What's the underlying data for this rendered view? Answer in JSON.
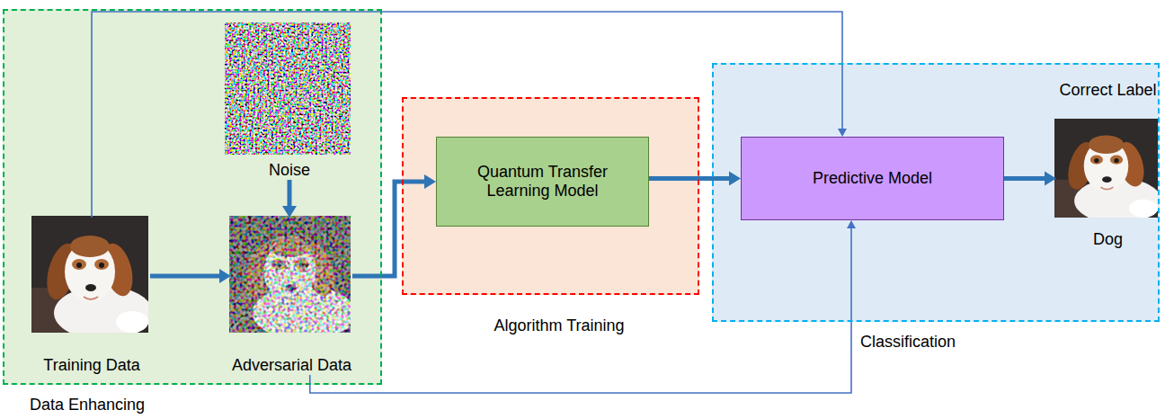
{
  "diagram": {
    "nodes": [
      {
        "text": [
          "Data Enhancing"
        ]
      },
      {
        "text": [
          "Noise"
        ],
        "in": 0
      },
      {
        "text": [
          "Training Data"
        ],
        "in": 0
      },
      {
        "text": [
          "Adversarial Data"
        ],
        "in": 0
      },
      {
        "text": [
          "Algorithm Training"
        ]
      },
      {
        "text": [
          "Quantum Transfer Learning Model"
        ],
        "in": 4
      },
      {
        "text": [
          "Classification"
        ]
      },
      {
        "text": [
          "Predictive Model"
        ],
        "in": 6
      },
      {
        "text": [
          "Correct Label",
          "Dog"
        ],
        "in": 6
      }
    ],
    "edges": [
      {
        "from": 2,
        "to": 3,
        "arrow": "to"
      },
      {
        "from": 1,
        "to": 3,
        "arrow": "to"
      },
      {
        "from": 3,
        "to": 5,
        "arrow": "to"
      },
      {
        "from": 5,
        "to": 7,
        "arrow": "to"
      },
      {
        "from": 2,
        "to": 7,
        "arrow": "to"
      },
      {
        "from": 3,
        "to": 7,
        "arrow": "to"
      },
      {
        "from": 7,
        "to": 8,
        "arrow": "to"
      }
    ]
  }
}
